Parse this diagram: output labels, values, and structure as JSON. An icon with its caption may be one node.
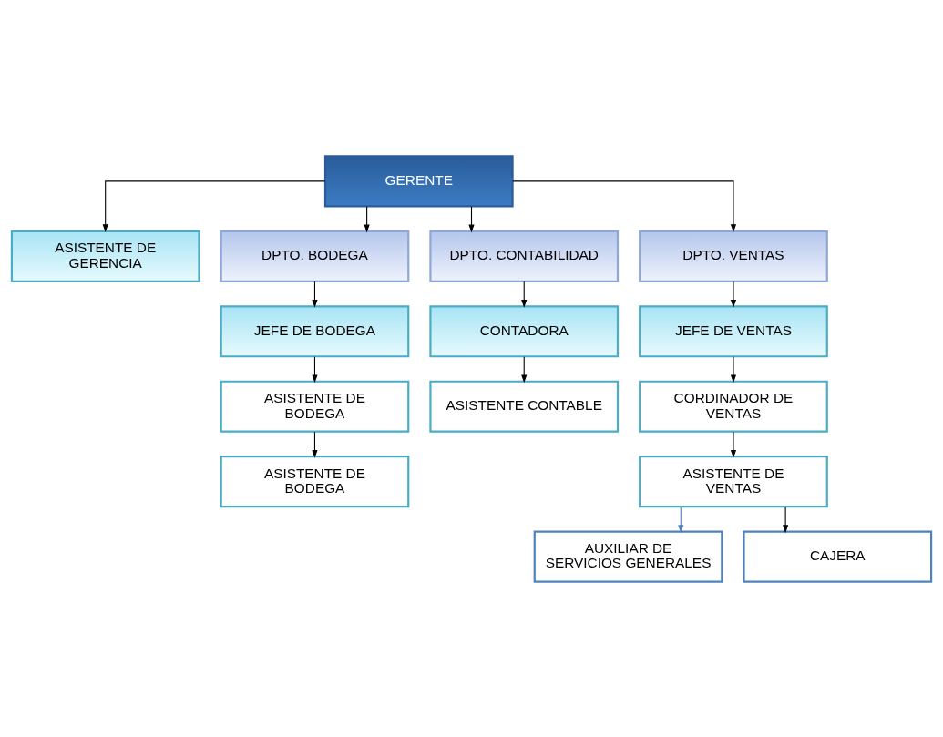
{
  "diagram": {
    "nodes": [
      {
        "text": [
          "GERENTE"
        ]
      },
      {
        "text": [
          "ASISTENTE DE GERENCIA"
        ]
      },
      {
        "text": [
          "DPTO. BODEGA"
        ]
      },
      {
        "text": [
          "DPTO. CONTABILIDAD"
        ]
      },
      {
        "text": [
          "DPTO. VENTAS"
        ]
      },
      {
        "text": [
          "JEFE DE BODEGA"
        ]
      },
      {
        "text": [
          "CONTADORA"
        ]
      },
      {
        "text": [
          "JEFE DE VENTAS"
        ]
      },
      {
        "text": [
          "ASISTENTE DE BODEGA"
        ]
      },
      {
        "text": [
          "ASISTENTE CONTABLE"
        ]
      },
      {
        "text": [
          "CORDINADOR DE VENTAS"
        ]
      },
      {
        "text": [
          "ASISTENTE DE BODEGA"
        ]
      },
      {
        "text": [
          "ASISTENTE DE VENTAS"
        ]
      },
      {
        "text": [
          "AUXILIAR DE SERVICIOS GENERALES"
        ]
      },
      {
        "text": [
          "CAJERA"
        ]
      }
    ],
    "edges": [
      {
        "from": 0,
        "to": 1,
        "arrow": "to"
      },
      {
        "from": 0,
        "to": 2,
        "arrow": "to"
      },
      {
        "from": 0,
        "to": 3,
        "arrow": "to"
      },
      {
        "from": 0,
        "to": 4,
        "arrow": "to"
      },
      {
        "from": 2,
        "to": 5,
        "arrow": "to"
      },
      {
        "from": 3,
        "to": 6,
        "arrow": "to"
      },
      {
        "from": 4,
        "to": 7,
        "arrow": "to"
      },
      {
        "from": 5,
        "to": 8,
        "arrow": "to"
      },
      {
        "from": 6,
        "to": 9,
        "arrow": "to"
      },
      {
        "from": 7,
        "to": 10,
        "arrow": "to"
      },
      {
        "from": 8,
        "to": 11,
        "arrow": "to"
      },
      {
        "from": 10,
        "to": 12,
        "arrow": "to"
      },
      {
        "from": 12,
        "to": 13,
        "arrow": "to",
        "color": "#4f81bd"
      },
      {
        "from": 12,
        "to": 14,
        "arrow": "to"
      }
    ]
  }
}
